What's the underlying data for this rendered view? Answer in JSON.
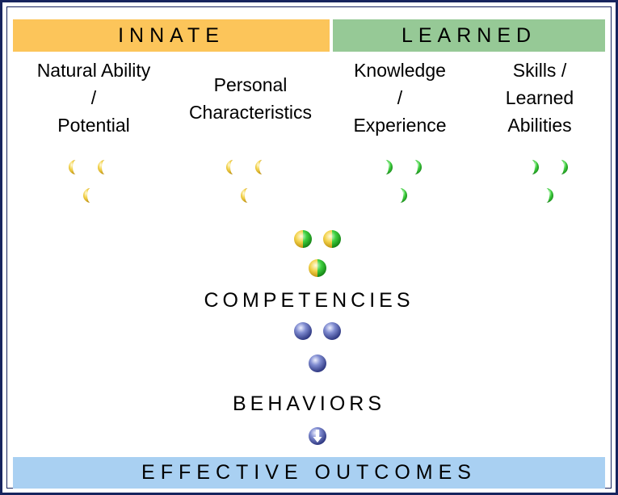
{
  "bands": {
    "innate": "INNATE",
    "learned": "LEARNED",
    "outcomes": "EFFECTIVE OUTCOMES"
  },
  "categories": [
    {
      "lines": [
        "Natural Ability",
        "/",
        "Potential"
      ]
    },
    {
      "lines": [
        "Personal",
        "Characteristics"
      ]
    },
    {
      "lines": [
        "Knowledge",
        "/",
        "Experience"
      ]
    },
    {
      "lines": [
        "Skills /",
        "Learned",
        "Abilities"
      ]
    }
  ],
  "labels": {
    "competencies": "COMPETENCIES",
    "behaviors": "BEHAVIORS"
  },
  "colors": {
    "innate": "#fcc55a",
    "learned": "#96c996",
    "outcomes": "#a9d0f2",
    "border": "#17245e",
    "gold_marker": "#e8b81c",
    "green_marker": "#2db52d",
    "blue_marker": "#4452a8"
  }
}
